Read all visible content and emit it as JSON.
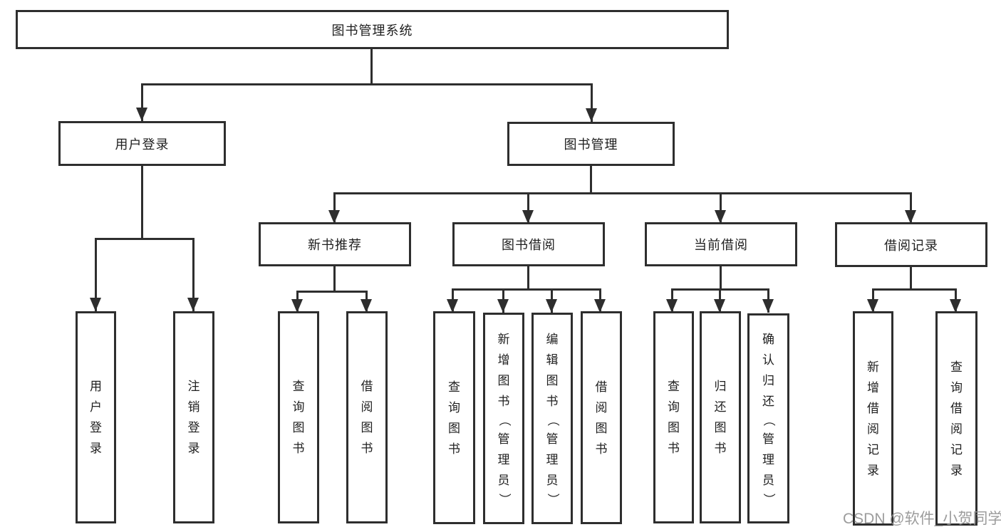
{
  "tree": {
    "root": "图书管理系统",
    "user_branch": {
      "label": "用户登录",
      "leaves": [
        "用户登录",
        "注销登录"
      ]
    },
    "book_branch": {
      "label": "图书管理",
      "groups": [
        {
          "label": "新书推荐",
          "leaves": [
            "查询图书",
            "借阅图书"
          ]
        },
        {
          "label": "图书借阅",
          "leaves": [
            "查询图书",
            "新增图书（管理员）",
            "编辑图书（管理员）",
            "借阅图书"
          ]
        },
        {
          "label": "当前借阅",
          "leaves": [
            "查询图书",
            "归还图书",
            "确认归还（管理员）"
          ]
        },
        {
          "label": "借阅记录",
          "leaves": [
            "新增借阅记录",
            "查询借阅记录"
          ]
        }
      ]
    }
  },
  "watermark": "CSDN @软件_小贺同学",
  "colors": {
    "line": "#2e2e2e",
    "text": "#1f1f1f",
    "watermark": "#949494",
    "background": "#ffffff"
  }
}
